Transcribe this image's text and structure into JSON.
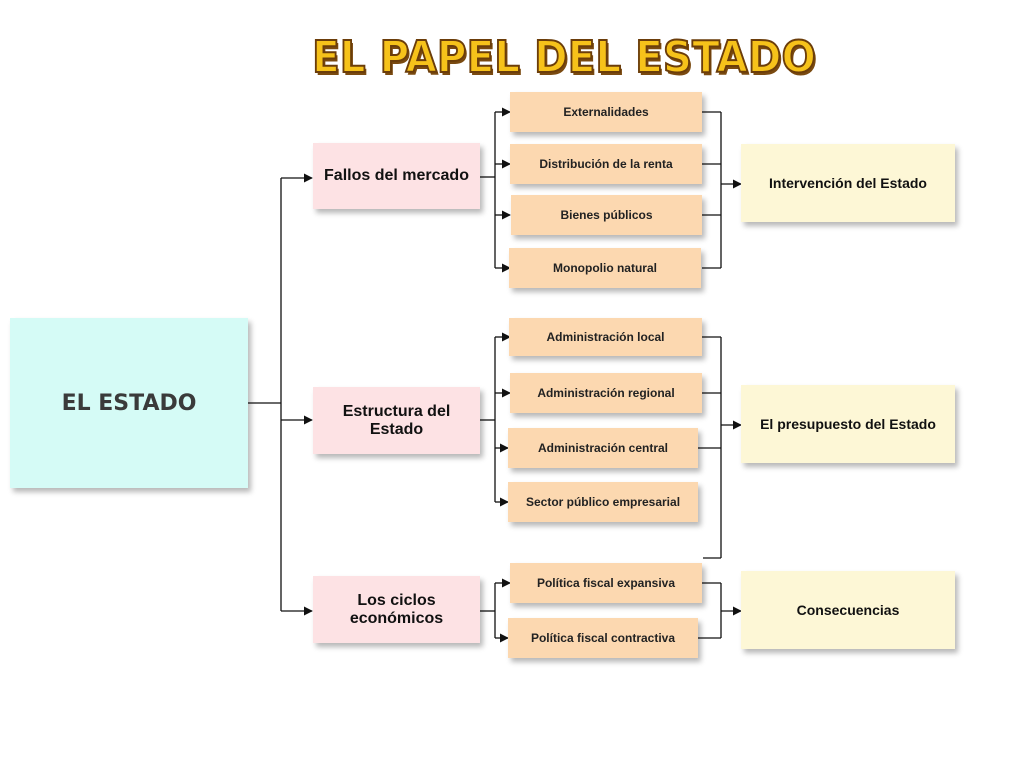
{
  "title": "EL PAPEL DEL ESTADO",
  "root": {
    "label": "EL ESTADO"
  },
  "categories": [
    {
      "label": "Fallos del mercado",
      "items": [
        "Externalidades",
        "Distribución de la renta",
        "Bienes públicos",
        "Monopolio natural"
      ]
    },
    {
      "label": "Estructura del Estado",
      "items": [
        "Administración local",
        "Administración regional",
        "Administración central",
        "Sector público empresarial"
      ]
    },
    {
      "label": "Los ciclos económicos",
      "items": [
        "Política fiscal expansiva",
        "Política fiscal contractiva"
      ]
    }
  ],
  "results": [
    "Intervención del Estado",
    "El presupuesto del Estado",
    "Consecuencias"
  ],
  "colors": {
    "root": "#d5fbf6",
    "category": "#fde2e4",
    "item": "#fcd8b0",
    "result": "#fdf7d6",
    "title_fill": "#f6c21a",
    "connector": "#111111"
  }
}
